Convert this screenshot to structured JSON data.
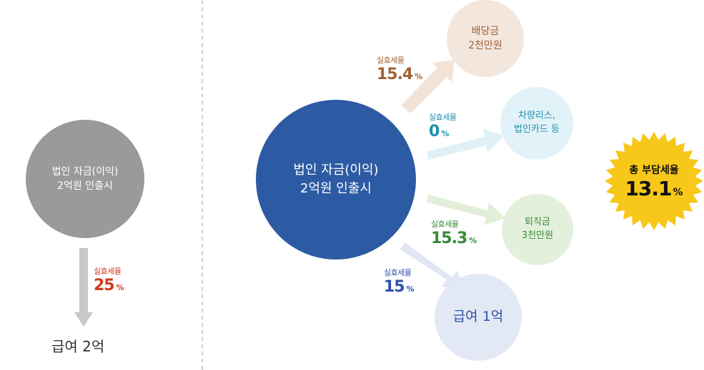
{
  "left": {
    "source_line1": "법인 자금(이익)",
    "source_line2": "2억원 인출시",
    "rate_label": "실효세율",
    "rate_value": "25",
    "rate_unit": "%",
    "result": "급여 2억"
  },
  "right": {
    "source_line1": "법인 자금(이익)",
    "source_line2": "2억원 인출시",
    "branches": [
      {
        "rate_label": "실효세율",
        "rate_value": "15.4",
        "rate_unit": "%",
        "target_line1": "배당금",
        "target_line2": "2천만원"
      },
      {
        "rate_label": "실효세율",
        "rate_value": "0",
        "rate_unit": "%",
        "target_line1": "차량리스,",
        "target_line2": "법인카드 등"
      },
      {
        "rate_label": "실효세율",
        "rate_value": "15.3",
        "rate_unit": "%",
        "target_line1": "퇴직금",
        "target_line2": "3천만원"
      },
      {
        "rate_label": "실효세율",
        "rate_value": "15",
        "rate_unit": "%",
        "target_line1": "급여 1억"
      }
    ]
  },
  "total": {
    "label": "총 부담세율",
    "value": "13.1",
    "unit": "%"
  },
  "colors": {
    "gray_circle": "#9a9a9a",
    "blue_circle": "#2d5ba3",
    "dividend": "#a0643a",
    "lease": "#1f8fae",
    "retire": "#3a8a3a",
    "salary": "#2d52a8",
    "red": "#d23a1e",
    "star": "#f7c719"
  }
}
